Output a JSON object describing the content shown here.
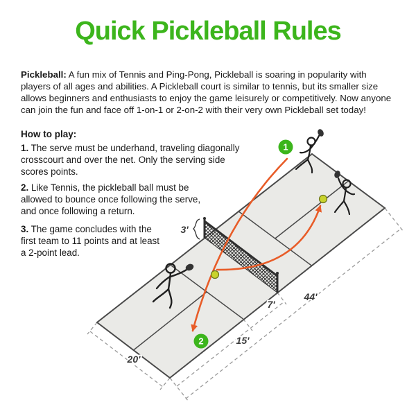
{
  "page": {
    "title": "Quick Pickleball Rules"
  },
  "intro": {
    "label": "Pickleball:",
    "text": "A fun mix of Tennis and Ping-Pong, Pickleball is soaring in popularity with players of all ages and abilities. A Pickleball court is similar to tennis, but its smaller size allows beginners and enthusiasts to enjoy the game leisurely or competitively. Now anyone can join the fun and face off 1-on-1 or 2-on-2 with their very own Pickleball set today!"
  },
  "how_to_play": {
    "heading": "How to play:",
    "steps": [
      {
        "num": "1.",
        "text": "The serve must be underhand, traveling diagonally crosscourt and over the net. Only the serving side scores points."
      },
      {
        "num": "2.",
        "text": "Like Tennis, the pickleball ball must be allowed to bounce once following the serve, and once following a return."
      },
      {
        "num": "3.",
        "text": "The game concludes with the first team to 11 points and at least a 2-point lead."
      }
    ]
  },
  "diagram": {
    "marker_1": "1",
    "marker_2": "2",
    "dims": {
      "net_height": "3'",
      "kitchen_depth": "7'",
      "service_depth": "15'",
      "court_width": "20'",
      "court_length": "44'"
    },
    "colors": {
      "accent_green": "#3cb51c",
      "arrow_orange": "#e85c28",
      "court_fill": "#eaeae7",
      "court_line": "#4a4a4a",
      "dim_gray": "#9a9a9a",
      "ball_yellow": "#c9d32c",
      "net_dark": "#2f2f2f"
    }
  }
}
